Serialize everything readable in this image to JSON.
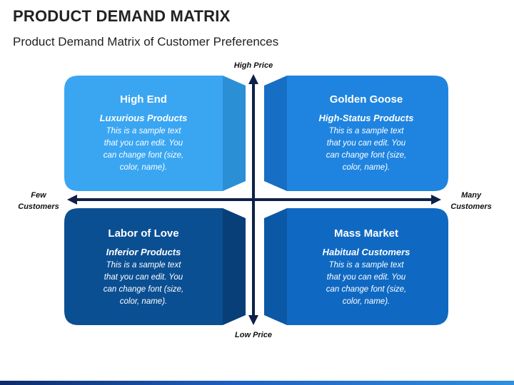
{
  "header": {
    "title": "PRODUCT DEMAND MATRIX",
    "subtitle": "Product Demand Matrix of Customer Preferences"
  },
  "axes": {
    "top": "High Price",
    "bottom": "Low Price",
    "left_line1": "Few",
    "left_line2": "Customers",
    "right_line1": "Many",
    "right_line2": "Customers"
  },
  "quadrants": [
    {
      "title": "High End",
      "subtitle": "Luxurious Products",
      "body": [
        "This is a sample text",
        "that you can edit. You",
        "can change font (size,",
        "color, name)."
      ],
      "color": "#3aa6f2"
    },
    {
      "title": "Golden Goose",
      "subtitle": "High-Status Products",
      "body": [
        "This is a sample text",
        "that you can edit. You",
        "can change font (size,",
        "color, name)."
      ],
      "color": "#1f84e0"
    },
    {
      "title": "Labor of Love",
      "subtitle": "Inferior Products",
      "body": [
        "This is a sample text",
        "that you can edit. You",
        "can change font (size,",
        "color, name)."
      ],
      "color": "#0b4f93"
    },
    {
      "title": "Mass Market",
      "subtitle": "Habitual Customers",
      "body": [
        "This is a sample text",
        "that you can edit. You",
        "can change font (size,",
        "color, name)."
      ],
      "color": "#0f69c2"
    }
  ],
  "colors": {
    "axis": "#0d2148",
    "title_text": "#222222"
  }
}
